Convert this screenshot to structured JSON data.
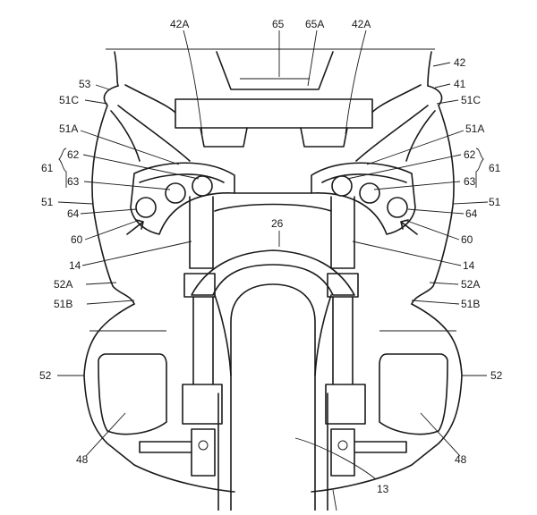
{
  "diagram": {
    "labels": {
      "l42A_left": "42A",
      "l65": "65",
      "l65A": "65A",
      "l42A_right": "42A",
      "l42": "42",
      "l41": "41",
      "l53": "53",
      "l51C_left": "51C",
      "l51C_right": "51C",
      "l51A_left": "51A",
      "l51A_right": "51A",
      "l62_left": "62",
      "l62_right": "62",
      "l61_left": "61",
      "l61_right": "61",
      "l63_left": "63",
      "l63_right": "63",
      "l51_left": "51",
      "l51_right": "51",
      "l64_left": "64",
      "l64_right": "64",
      "l26": "26",
      "l60_left": "60",
      "l60_right": "60",
      "l14_left": "14",
      "l14_right": "14",
      "l52A_left": "52A",
      "l52A_right": "52A",
      "l51B_left": "51B",
      "l51B_right": "51B",
      "l52_left": "52",
      "l52_right": "52",
      "l48_left": "48",
      "l48_right": "48",
      "l13": "13"
    }
  }
}
